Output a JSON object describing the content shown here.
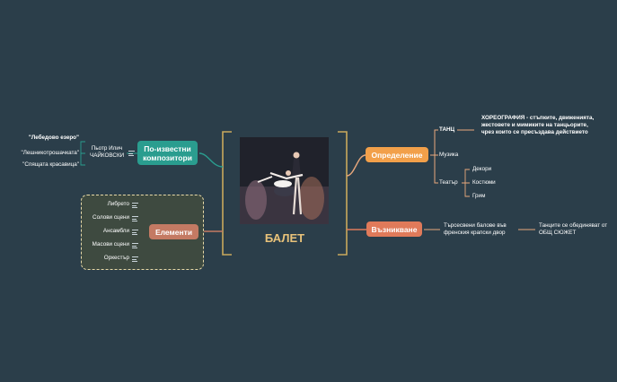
{
  "central": {
    "title": "БАЛЕТ"
  },
  "composers": {
    "node_label": "По-известни композитори",
    "composer_name": "Пьотр Илич ЧАЙКОВСКИ",
    "works": [
      "\"Лебедово езеро\"",
      "\"Лешникотрошачката\"",
      "\"Спящата красавица\""
    ]
  },
  "elements": {
    "node_label": "Елементи",
    "items": [
      "Либрето",
      "Солови сцени",
      "Ансамбли",
      "Масови сцени",
      "Оркестър"
    ]
  },
  "definition": {
    "node_label": "Определение",
    "dance_label": "ТАНЦ",
    "choreography_text": "ХОРЕОГРАФИЯ - стъпките, движенията, жестовете и мимиките на танцьорите, чрез които се пресъздава действието",
    "music_label": "Музика",
    "theatre_label": "Театър",
    "theatre_items": [
      "Декори",
      "Костюми",
      "Грим"
    ]
  },
  "origin": {
    "node_label": "Възникване",
    "step1": "Търсесвени балове във френския крапски двор",
    "step2": "Танците се обединяват от ОБЩ СЮЖЕТ"
  },
  "colors": {
    "background": "#2b3e4a",
    "line": "#c9a95c",
    "composers_node": "#2a9d8f",
    "elements_node": "#c47a63",
    "definition_node": "#f2a04a",
    "origin_node": "#e07a5a",
    "orange_line": "#e8a87c",
    "teal_line": "#2a9d8f",
    "elements_box": "#3e4a40",
    "elements_box_border": "#e8d9a8"
  },
  "icons": [
    "notes-icon",
    "ballet-photo"
  ]
}
